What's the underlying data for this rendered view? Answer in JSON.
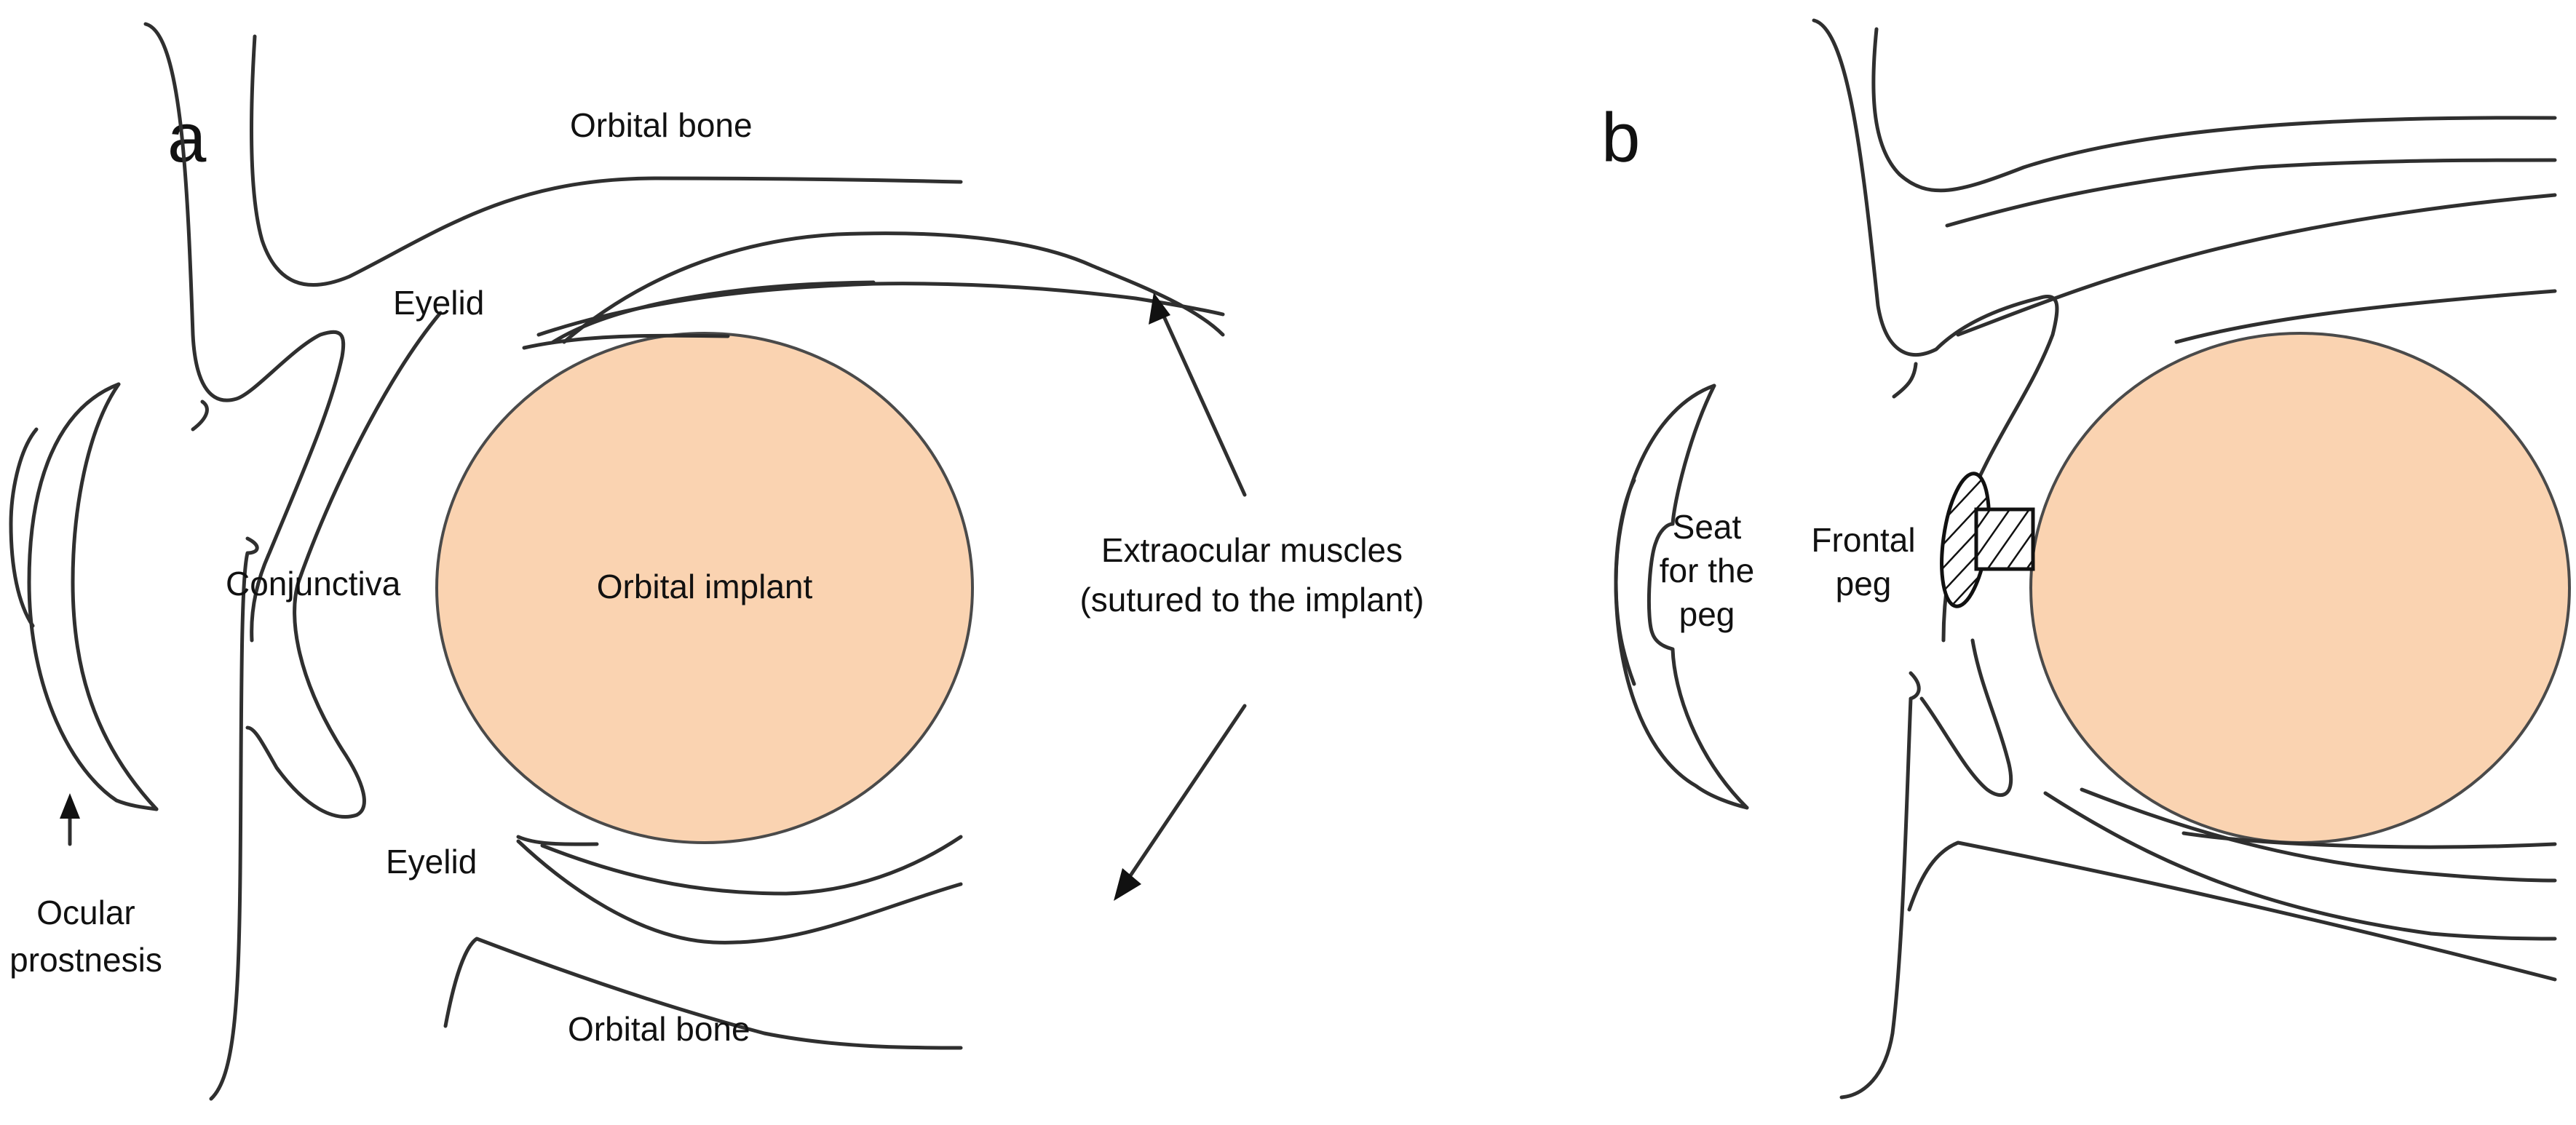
{
  "figure": {
    "panels": [
      {
        "id": "a",
        "panel_label": "a",
        "labels": {
          "orbital_bone_top": "Orbital bone",
          "orbital_bone_bottom": "Orbital bone",
          "eyelid_top": "Eyelid",
          "eyelid_bottom": "Eyelid",
          "conjunctiva": "Conjunctiva",
          "orbital_implant": "Orbital implant",
          "extraocular_line1": "Extraocular muscles",
          "extraocular_line2": "(sutured to the implant)",
          "ocular_line1": "Ocular",
          "ocular_line2": "prostnesis"
        }
      },
      {
        "id": "b",
        "panel_label": "b",
        "labels": {
          "seat_line1": "Seat",
          "seat_line2": "for the",
          "seat_line3": "peg",
          "frontal_line1": "Frontal",
          "frontal_line2": "peg"
        }
      }
    ],
    "colors": {
      "implant_fill": "#fad3b1",
      "outline": "#2f2f2f"
    }
  }
}
